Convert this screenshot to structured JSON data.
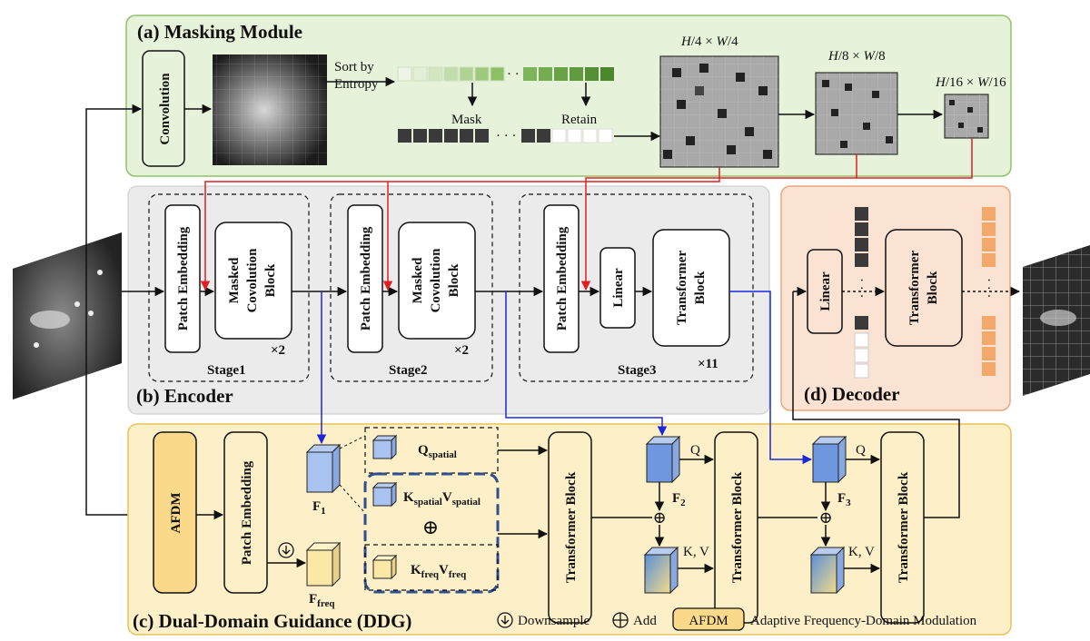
{
  "masking_module": {
    "title": "(a) Masking Module",
    "convolution": "Convolution",
    "sort_by": "Sort by",
    "entropy": "Entropy",
    "mask": "Mask",
    "retain": "Retain",
    "dots": "· · ·",
    "res_h4": "H",
    "res_h4_rest": "/4 × ",
    "res_w4": "W",
    "res_w4_rest": "/4",
    "res_h8": "H",
    "res_h8_rest": "/8 × ",
    "res_w8": "W",
    "res_w8_rest": "/8",
    "res_h16": "H",
    "res_h16_rest": "/16 × ",
    "res_w16": "W",
    "res_w16_rest": "/16"
  },
  "encoder": {
    "title": "(b) Encoder",
    "patch_embedding": "Patch Embedding",
    "masked_conv_line1": "Masked",
    "masked_conv_line2": "Covolution",
    "masked_conv_line3": "Block",
    "linear": "Linear",
    "transformer_line1": "Transformer",
    "transformer_line2": "Block",
    "stage1": "Stage1",
    "stage2": "Stage2",
    "stage3": "Stage3",
    "x2": "×2",
    "x11": "×11"
  },
  "decoder": {
    "title": "(d) Decoder",
    "linear": "Linear",
    "transformer_line1": "Transformer",
    "transformer_line2": "Block",
    "dots": "· · ·"
  },
  "ddg": {
    "title": "(c) Dual-Domain Guidance (DDG)",
    "afdm": "AFDM",
    "patch_embedding": "Patch Embedding",
    "f1": "F",
    "f1_sub": "1",
    "f2": "F",
    "f2_sub": "2",
    "f3": "F",
    "f3_sub": "3",
    "ffreq": "F",
    "ffreq_sub": "freq",
    "q": "Q",
    "q_sub": "spatial",
    "k": "K",
    "k_sub": "spatial",
    "v": "V",
    "v_sub": "spatial",
    "kf": "K",
    "kf_sub": "freq",
    "vf": "V",
    "vf_sub": "freq",
    "transformer_block": "Transformer Block",
    "q_label": "Q",
    "kv_label": "K, V",
    "plus": "⊕"
  },
  "legend": {
    "downsample": "Downsample",
    "add": "Add",
    "afdm": "AFDM",
    "afdm_desc": "Adaptive Frequency-Domain Modulation"
  },
  "colors": {
    "masking_bg": "#e6f2d9",
    "masking_border": "#8fc26a",
    "encoder_bg": "#ebebeb",
    "decoder_bg": "#fbe3d3",
    "decoder_border": "#e8a77d",
    "ddg_bg": "#fdf0c8",
    "ddg_border": "#e8c35a",
    "red_arrow": "#e02020",
    "blue_arrow": "#1a28d8",
    "afdm_fill": "#fbd98a"
  }
}
